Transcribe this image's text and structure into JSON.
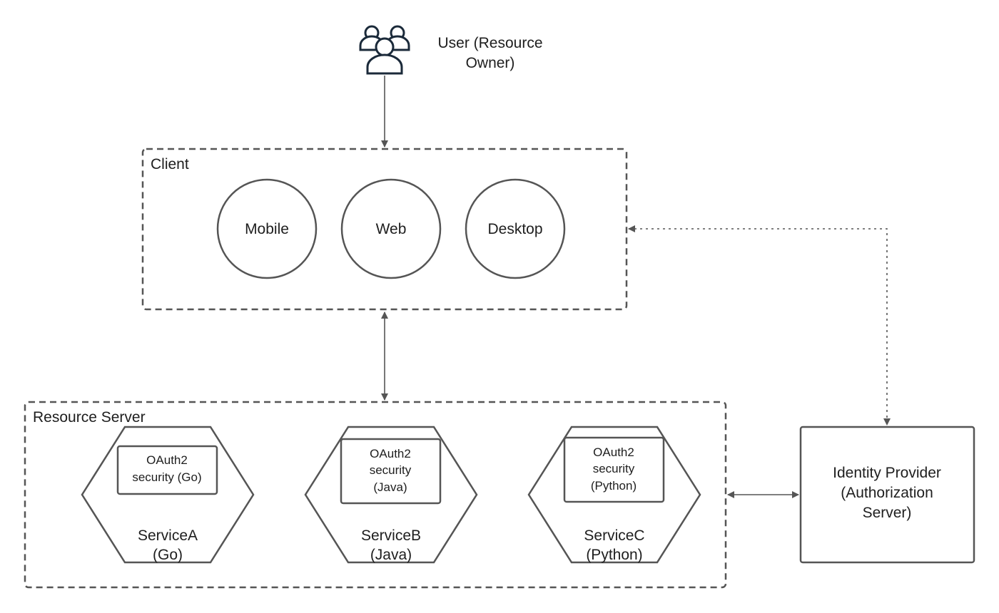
{
  "user": {
    "label_line1": "User (Resource",
    "label_line2": "Owner)",
    "icon": "users-icon"
  },
  "client": {
    "title": "Client",
    "items": [
      {
        "label": "Mobile"
      },
      {
        "label": "Web"
      },
      {
        "label": "Desktop"
      }
    ]
  },
  "resource_server": {
    "title": "Resource Server",
    "services": [
      {
        "name_line1": "ServiceA",
        "name_line2": "(Go)",
        "security_lines": [
          "OAuth2",
          "security (Go)"
        ]
      },
      {
        "name_line1": "ServiceB",
        "name_line2": "(Java)",
        "security_lines": [
          "OAuth2",
          "security",
          "(Java)"
        ]
      },
      {
        "name_line1": "ServiceC",
        "name_line2": "(Python)",
        "security_lines": [
          "OAuth2",
          "security",
          "(Python)"
        ]
      }
    ]
  },
  "identity_provider": {
    "lines": [
      "Identity Provider",
      "(Authorization",
      "Server)"
    ]
  },
  "colors": {
    "stroke": "#555555",
    "icon": "#1b2a3a",
    "text": "#1e1e1e"
  }
}
